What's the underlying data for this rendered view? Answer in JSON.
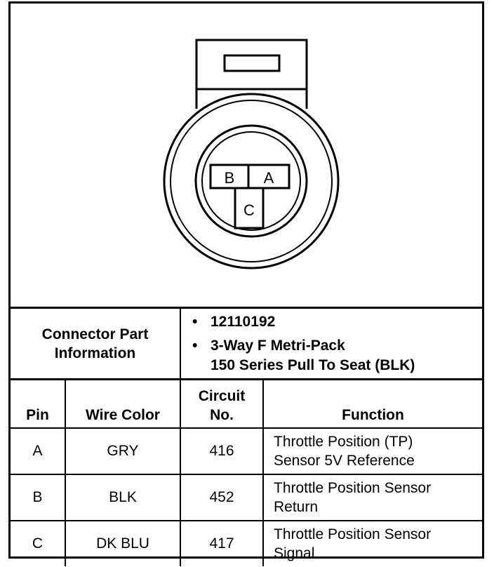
{
  "connector": {
    "pins": [
      "B",
      "A",
      "C"
    ]
  },
  "info": {
    "label": [
      "Connector Part",
      "Information"
    ],
    "bullet": "•",
    "part_number": "12110192",
    "description_line1": "3-Way F Metri-Pack",
    "description_line2": "150 Series Pull To Seat (BLK)"
  },
  "table": {
    "headers": {
      "pin": "Pin",
      "wire_color": "Wire Color",
      "circuit_line1": "Circuit",
      "circuit_line2": "No.",
      "function": "Function"
    },
    "rows": [
      {
        "pin": "A",
        "wire_color": "GRY",
        "circuit": "416",
        "function_line1": "Throttle Position (TP)",
        "function_line2": "Sensor 5V Reference"
      },
      {
        "pin": "B",
        "wire_color": "BLK",
        "circuit": "452",
        "function_line1": "Throttle Position Sensor",
        "function_line2": "Return"
      },
      {
        "pin": "C",
        "wire_color": "DK BLU",
        "circuit": "417",
        "function_line1": "Throttle Position Sensor",
        "function_line2": "Signal"
      }
    ]
  }
}
